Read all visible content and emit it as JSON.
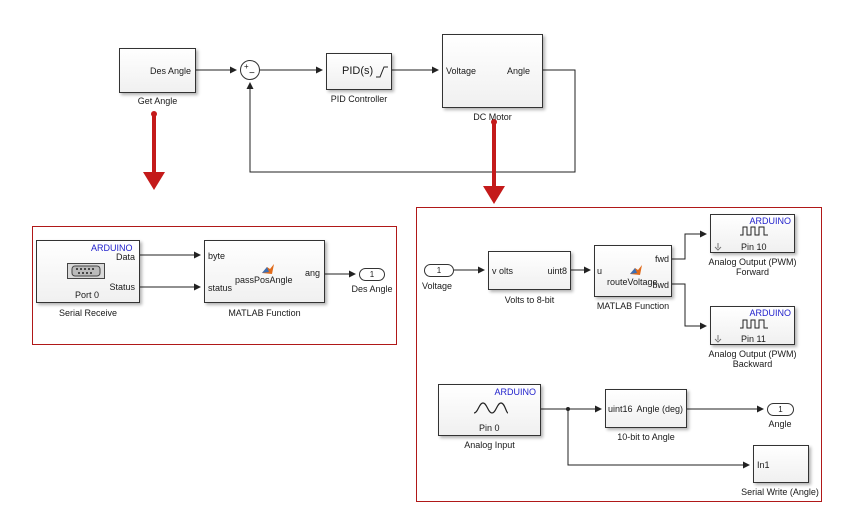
{
  "top": {
    "get_angle": {
      "port_out": "Des Angle",
      "caption": "Get Angle"
    },
    "sum": {
      "plus": "+",
      "minus": "−"
    },
    "pid": {
      "label": "PID(s)",
      "caption": "PID Controller"
    },
    "dc_motor": {
      "port_in": "Voltage",
      "port_out": "Angle",
      "caption": "DC Motor"
    }
  },
  "left_panel": {
    "serial_receive": {
      "brand": "ARDUINO",
      "out_data": "Data",
      "out_status": "Status",
      "port": "Port 0",
      "caption": "Serial Receive"
    },
    "matlab_fn": {
      "in_byte": "byte",
      "in_status": "status",
      "out_ang": "ang",
      "name": "passPosAngle",
      "caption": "MATLAB Function"
    },
    "outport": {
      "number": "1",
      "caption": "Des Angle"
    }
  },
  "right_panel": {
    "inport_voltage": {
      "number": "1",
      "caption": "Voltage"
    },
    "volts_to_8bit": {
      "in": "v olts",
      "out": "uint8",
      "caption": "Volts to 8-bit"
    },
    "route_fn": {
      "in": "u",
      "out_fwd": "fwd",
      "out_bwd": "bwd",
      "name": "routeVoltage",
      "caption": "MATLAB Function"
    },
    "pwm_forward": {
      "brand": "ARDUINO",
      "pin": "Pin 10",
      "caption_1": "Analog Output (PWM)",
      "caption_2": "Forward"
    },
    "pwm_backward": {
      "brand": "ARDUINO",
      "pin": "Pin 11",
      "caption_1": "Analog Output (PWM)",
      "caption_2": "Backward"
    },
    "analog_input": {
      "brand": "ARDUINO",
      "pin": "Pin 0",
      "caption": "Analog Input"
    },
    "bit_to_angle": {
      "in": "uint16",
      "out": "Angle (deg)",
      "caption": "10-bit to Angle"
    },
    "outport_angle": {
      "number": "1",
      "caption": "Angle"
    },
    "serial_write": {
      "in": "In1",
      "caption": "Serial Write (Angle)"
    }
  },
  "colors": {
    "panel_border": "#b01818",
    "arrow": "#c41a1a",
    "arduino_text": "#2222cc"
  }
}
